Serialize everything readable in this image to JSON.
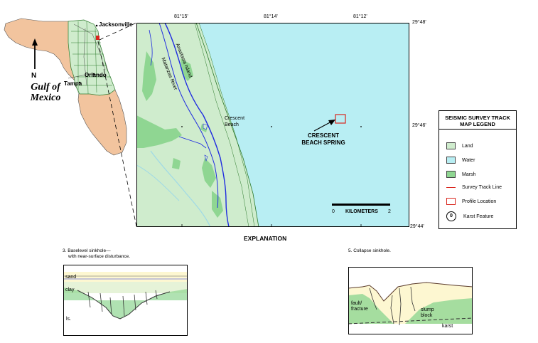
{
  "inset_map": {
    "cities": [
      "Jacksonville",
      "Orlando",
      "Tampa"
    ],
    "north_label": "N",
    "gulf_label_line1": "Gulf of",
    "gulf_label_line2": "Mexico"
  },
  "main_map": {
    "longitudes": [
      "81°15'",
      "81°14'",
      "81°12'"
    ],
    "latitudes": [
      "29°48'",
      "29°46'",
      "29°44'"
    ],
    "island_label": "Anastasia Island",
    "river_label": "Matanzas River",
    "beach_label_line1": "Crescent",
    "beach_label_line2": "Beach",
    "spring_label_line1": "CRESCENT",
    "spring_label_line2": "BEACH SPRING",
    "scale_start": "0",
    "scale_unit": "KILOMETERS",
    "scale_end": "2",
    "colors": {
      "land": "#cfeccd",
      "water": "#b8eef3",
      "marsh": "#8fd692",
      "river": "#1f2ce0",
      "profile": "#d9251c"
    }
  },
  "legend": {
    "title_line1": "SEISMIC SURVEY TRACK",
    "title_line2": "MAP LEGEND",
    "items": [
      {
        "label": "Land",
        "color": "#cfeccd"
      },
      {
        "label": "Water",
        "color": "#b8eef3"
      },
      {
        "label": "Marsh",
        "color": "#8fd692"
      },
      {
        "label": "Survey Track Line",
        "color": "#d9251c"
      },
      {
        "label": "Profile Location",
        "color": "#d9251c"
      },
      {
        "label": "Karst Feature",
        "symbol": "0"
      }
    ]
  },
  "explanation": {
    "heading": "EXPLANATION",
    "fig3": {
      "caption_line1": "3. Baselevel sinkhole—",
      "caption_line2": "with near-surface disturbance.",
      "labels": [
        "sand",
        "clay",
        "ls."
      ]
    },
    "fig5": {
      "caption": "5. Collapse sinkhole.",
      "labels": [
        "fault/",
        "fracture",
        "slump",
        "block",
        "karst"
      ]
    }
  }
}
